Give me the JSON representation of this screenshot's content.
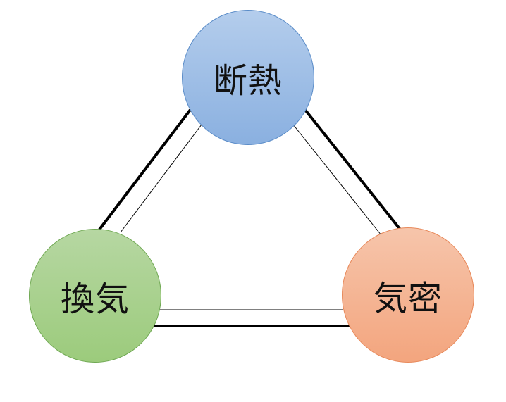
{
  "nodes": {
    "top": {
      "label": "断熱",
      "fill_top": "#b4cdec",
      "fill_bottom": "#8ab0e0"
    },
    "left": {
      "label": "換気",
      "fill_top": "#b6d7a2",
      "fill_bottom": "#9ccb7c"
    },
    "right": {
      "label": "気密",
      "fill_top": "#f6c5ab",
      "fill_bottom": "#f3a57e"
    }
  },
  "line_color": "#000000"
}
